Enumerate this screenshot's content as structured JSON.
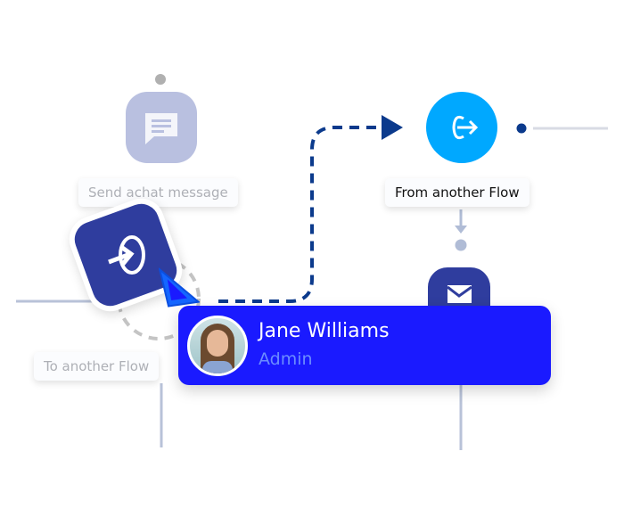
{
  "nodes": {
    "send_chat": {
      "label": "Send achat message",
      "icon": "chat-message-icon"
    },
    "to_another": {
      "label": "To another Flow",
      "icon": "enter-flow-icon"
    },
    "from_another": {
      "label": "From another Flow",
      "icon": "exit-flow-icon"
    },
    "email": {
      "icon": "mail-icon"
    }
  },
  "user_card": {
    "name": "Jane Williams",
    "role": "Admin"
  },
  "colors": {
    "navy": "#2f3d9e",
    "accent": "#1a1aff",
    "sky": "#00a8ff",
    "path": "#0b3a8c"
  }
}
